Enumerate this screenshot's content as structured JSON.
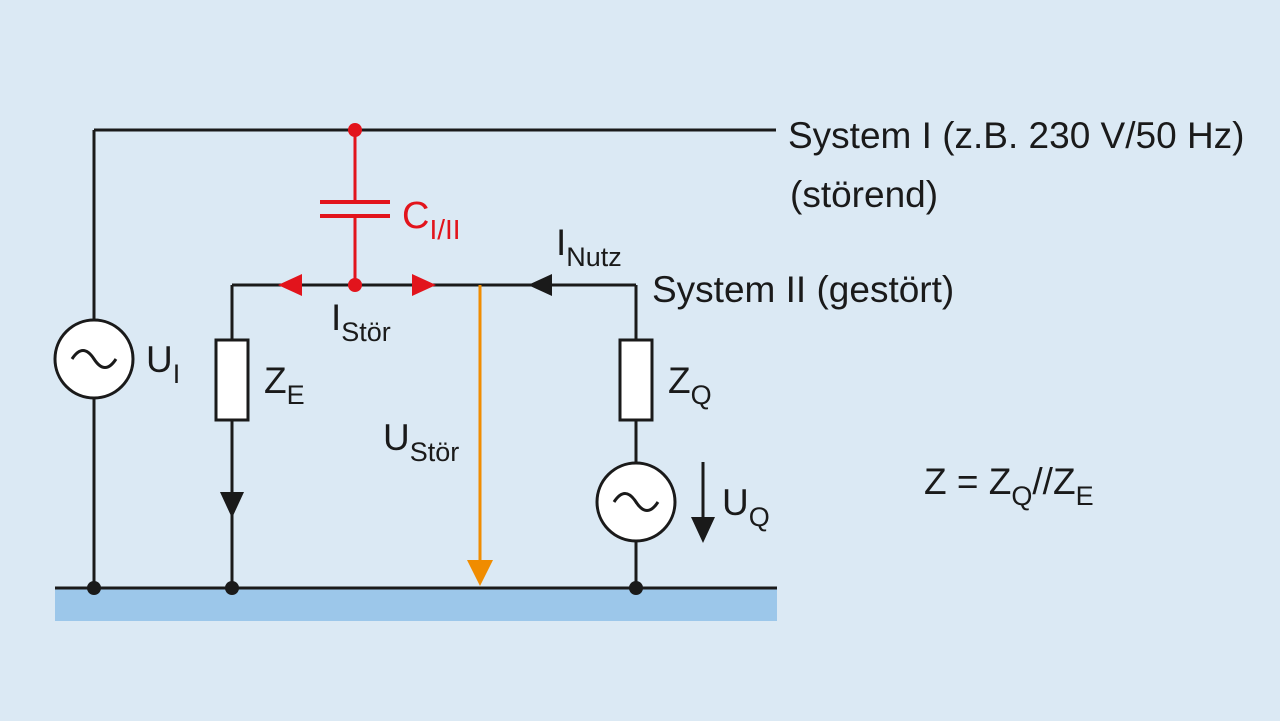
{
  "labels": {
    "system1_line1": "System I (z.B. 230 V/50 Hz)",
    "system1_line2": "(störend)",
    "system2": "System II (gestört)",
    "capacitor": {
      "main": "C",
      "sub": "I/II"
    },
    "i_nutz": {
      "main": "I",
      "sub": "Nutz"
    },
    "i_stoer": {
      "main": "I",
      "sub": "Stör"
    },
    "u_I": {
      "main": "U",
      "sub": "I"
    },
    "z_E": {
      "main": "Z",
      "sub": "E"
    },
    "u_stoer": {
      "main": "U",
      "sub": "Stör"
    },
    "z_Q": {
      "main": "Z",
      "sub": "Q"
    },
    "u_Q": {
      "main": "U",
      "sub": "Q"
    },
    "formula": {
      "a": "Z = Z",
      "sub1": "Q",
      "b": "//Z",
      "sub2": "E"
    }
  },
  "colors": {
    "background": "#dbe9f4",
    "wire": "#1a1a1a",
    "coupling": "#e2141c",
    "interference_voltage": "#f08c00",
    "ground_plane": "#9cc7ea"
  }
}
